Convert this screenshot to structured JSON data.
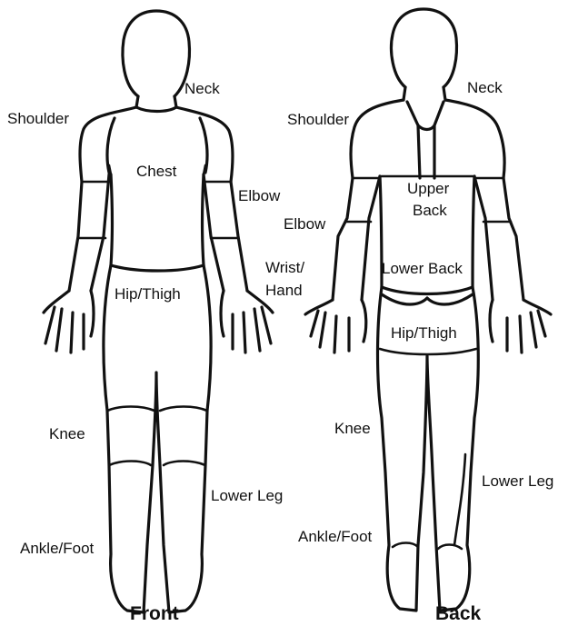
{
  "front": {
    "title": "Front",
    "labels": {
      "neck": "Neck",
      "shoulder": "Shoulder",
      "chest": "Chest",
      "elbow": "Elbow",
      "wrist_hand_line1": "Wrist/",
      "wrist_hand_line2": "Hand",
      "hip_thigh": "Hip/Thigh",
      "knee": "Knee",
      "lower_leg": "Lower Leg",
      "ankle_foot": "Ankle/Foot"
    }
  },
  "back": {
    "title": "Back",
    "labels": {
      "neck": "Neck",
      "shoulder": "Shoulder",
      "upper_back_line1": "Upper",
      "upper_back_line2": "Back",
      "elbow": "Elbow",
      "lower_back": "Lower Back",
      "hip_thigh": "Hip/Thigh",
      "knee": "Knee",
      "lower_leg": "Lower Leg",
      "ankle_foot": "Ankle/Foot"
    }
  }
}
